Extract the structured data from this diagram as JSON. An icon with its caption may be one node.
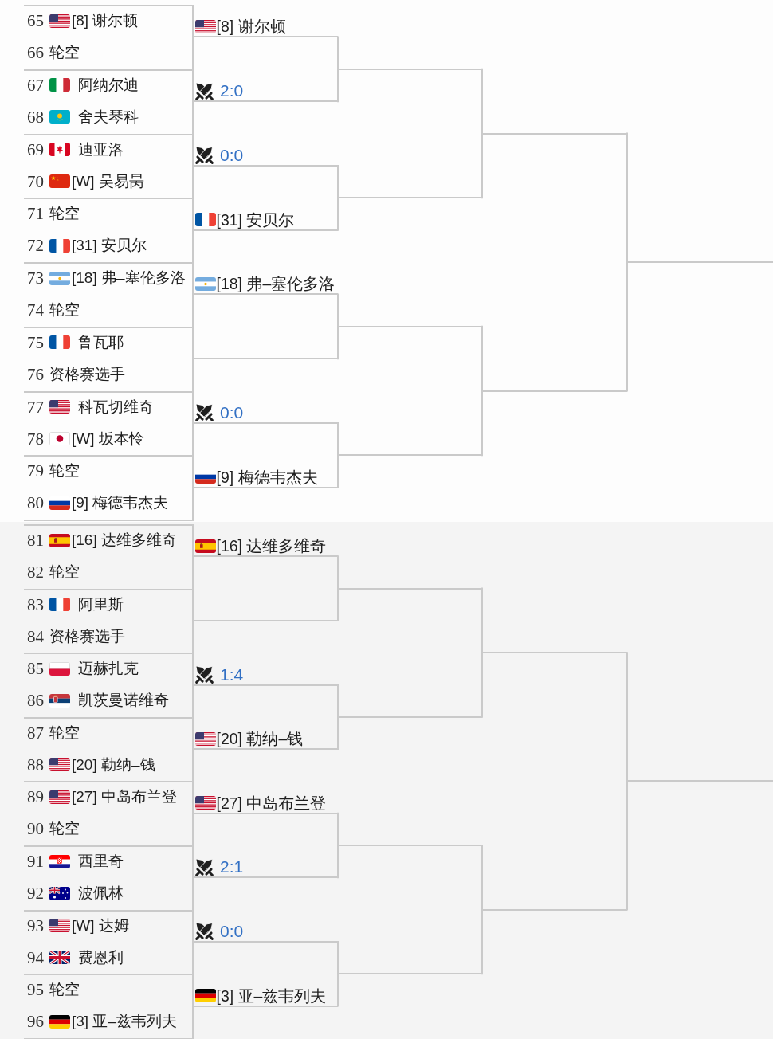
{
  "diagram": {
    "nodes": [
      {
        "text": [
          "65",
          "[8] 谢尔顿",
          "66",
          "轮空"
        ]
      },
      {
        "text": [
          "67",
          "阿纳尔迪",
          "68",
          "舍夫琴科"
        ]
      },
      {
        "text": [
          "69",
          "迪亚洛",
          "70",
          "[W] 吴易昺"
        ]
      },
      {
        "text": [
          "71",
          "轮空",
          "72",
          "[31] 安贝尔"
        ]
      },
      {
        "text": [
          "73",
          "[18] 弗–塞伦多洛",
          "74",
          "轮空"
        ]
      },
      {
        "text": [
          "75",
          "鲁瓦耶",
          "76",
          "资格赛选手"
        ]
      },
      {
        "text": [
          "77",
          "科瓦切维奇",
          "78",
          "[W] 坂本怜"
        ]
      },
      {
        "text": [
          "79",
          "轮空",
          "80",
          "[9] 梅德韦杰夫"
        ]
      },
      {
        "text": [
          "81",
          "[16] 达维多维奇",
          "82",
          "轮空"
        ]
      },
      {
        "text": [
          "83",
          "阿里斯",
          "84",
          "资格赛选手"
        ]
      },
      {
        "text": [
          "85",
          "迈赫扎克",
          "86",
          "凯茨曼诺维奇"
        ]
      },
      {
        "text": [
          "87",
          "轮空",
          "88",
          "[20] 勒纳–钱"
        ]
      },
      {
        "text": [
          "89",
          "[27] 中岛布兰登",
          "90",
          "轮空"
        ]
      },
      {
        "text": [
          "91",
          "西里奇",
          "92",
          "波佩林"
        ]
      },
      {
        "text": [
          "93",
          "[W] 达姆",
          "94",
          "费恩利"
        ]
      },
      {
        "text": [
          "95",
          "轮空",
          "96",
          "[3] 亚–兹韦列夫"
        ]
      },
      {
        "text": [
          "[8] 谢尔顿"
        ]
      },
      {
        "text": [
          "2:0"
        ]
      },
      {
        "text": [
          "0:0"
        ]
      },
      {
        "text": [
          "[31] 安贝尔"
        ]
      },
      {
        "text": [
          "[18] 弗–塞伦多洛"
        ]
      },
      {
        "text": [],
        "shape": "line"
      },
      {
        "text": [
          "0:0"
        ]
      },
      {
        "text": [
          "[9] 梅德韦杰夫"
        ]
      },
      {
        "text": [
          "[16] 达维多维奇"
        ]
      },
      {
        "text": [],
        "shape": "line"
      },
      {
        "text": [
          "1:4"
        ]
      },
      {
        "text": [
          "[20] 勒纳–钱"
        ]
      },
      {
        "text": [
          "[27] 中岛布兰登"
        ]
      },
      {
        "text": [
          "2:1"
        ]
      },
      {
        "text": [
          "0:0"
        ]
      },
      {
        "text": [
          "[3] 亚–兹韦列夫"
        ]
      },
      {
        "text": [],
        "shape": "line"
      },
      {
        "text": [],
        "shape": "line"
      },
      {
        "text": [],
        "shape": "line"
      },
      {
        "text": [],
        "shape": "line"
      },
      {
        "text": [],
        "shape": "line"
      },
      {
        "text": [],
        "shape": "line"
      },
      {
        "text": [],
        "shape": "line"
      },
      {
        "text": [],
        "shape": "line"
      },
      {
        "text": [],
        "shape": "line"
      },
      {
        "text": [],
        "shape": "line"
      },
      {
        "text": [],
        "shape": "line"
      },
      {
        "text": [],
        "shape": "line"
      },
      {
        "text": [],
        "shape": "line"
      },
      {
        "text": [],
        "shape": "line"
      }
    ],
    "edges": [
      {
        "from": 16,
        "to": 32,
        "arrow": "none"
      },
      {
        "from": 17,
        "to": 32,
        "arrow": "none"
      },
      {
        "from": 18,
        "to": 33,
        "arrow": "none"
      },
      {
        "from": 19,
        "to": 33,
        "arrow": "none"
      },
      {
        "from": 20,
        "to": 34,
        "arrow": "none"
      },
      {
        "from": 21,
        "to": 34,
        "arrow": "none"
      },
      {
        "from": 22,
        "to": 35,
        "arrow": "none"
      },
      {
        "from": 23,
        "to": 35,
        "arrow": "none"
      },
      {
        "from": 24,
        "to": 36,
        "arrow": "none"
      },
      {
        "from": 25,
        "to": 36,
        "arrow": "none"
      },
      {
        "from": 26,
        "to": 37,
        "arrow": "none"
      },
      {
        "from": 27,
        "to": 37,
        "arrow": "none"
      },
      {
        "from": 28,
        "to": 38,
        "arrow": "none"
      },
      {
        "from": 29,
        "to": 38,
        "arrow": "none"
      },
      {
        "from": 30,
        "to": 39,
        "arrow": "none"
      },
      {
        "from": 31,
        "to": 39,
        "arrow": "none"
      },
      {
        "from": 32,
        "to": 40,
        "arrow": "none"
      },
      {
        "from": 33,
        "to": 40,
        "arrow": "none"
      },
      {
        "from": 34,
        "to": 41,
        "arrow": "none"
      },
      {
        "from": 35,
        "to": 41,
        "arrow": "none"
      },
      {
        "from": 36,
        "to": 42,
        "arrow": "none"
      },
      {
        "from": 37,
        "to": 42,
        "arrow": "none"
      },
      {
        "from": 38,
        "to": 43,
        "arrow": "none"
      },
      {
        "from": 39,
        "to": 43,
        "arrow": "none"
      },
      {
        "from": 40,
        "to": 44,
        "arrow": "none"
      },
      {
        "from": 41,
        "to": 44,
        "arrow": "none"
      },
      {
        "from": 42,
        "to": 45,
        "arrow": "none"
      },
      {
        "from": 43,
        "to": 45,
        "arrow": "none"
      }
    ]
  }
}
